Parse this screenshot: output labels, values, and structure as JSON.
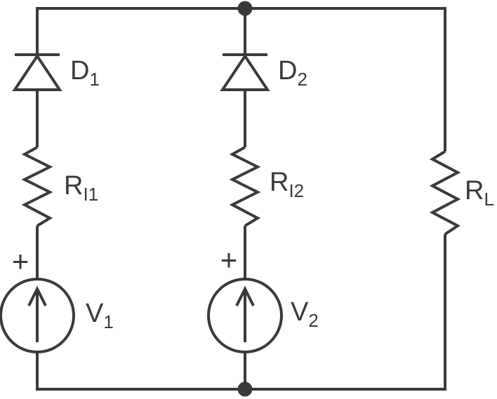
{
  "diagram_type": "circuit-schematic",
  "colors": {
    "line": "#3a3a3a",
    "background": "#ffffff"
  },
  "components": {
    "d1": {
      "main": "D",
      "sub": "1"
    },
    "d2": {
      "main": "D",
      "sub": "2"
    },
    "ri1": {
      "main": "R",
      "sub": "I1"
    },
    "ri2": {
      "main": "R",
      "sub": "I2"
    },
    "rl": {
      "main": "R",
      "sub": "L"
    },
    "v1": {
      "main": "V",
      "sub": "1",
      "polarity": "+"
    },
    "v2": {
      "main": "V",
      "sub": "2",
      "polarity": "+"
    }
  }
}
